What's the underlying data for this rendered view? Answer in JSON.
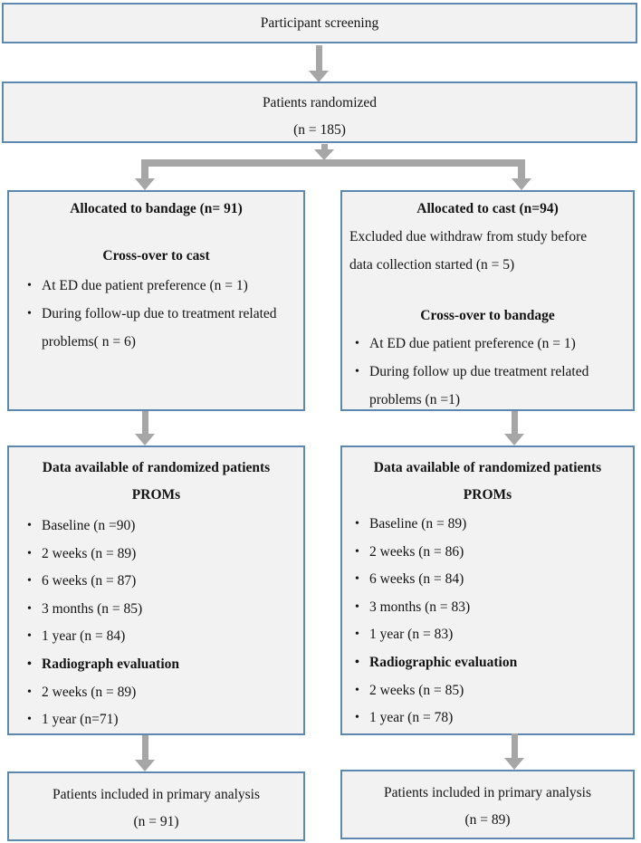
{
  "screening_box": {
    "label": "Participant screening"
  },
  "randomized_box": {
    "line1": "Patients randomized",
    "line2": "(n = 185)"
  },
  "left": {
    "allocation": {
      "title": "Allocated to bandage (n= 91)",
      "crossover_title": "Cross-over to cast",
      "bullets": [
        "At ED due patient preference (n = 1)",
        "During follow-up due to treatment related problems( n = 6)"
      ]
    },
    "data_available": {
      "title": "Data available of randomized patients",
      "subtitle": "PROMs",
      "bullets": [
        "Baseline (n =90)",
        "2 weeks (n = 89)",
        "6 weeks (n = 87)",
        "3 months (n = 85)",
        "1 year (n = 84)",
        "Radiograph evaluation",
        "2 weeks (n = 89)",
        "1 year (n=71)"
      ]
    },
    "primary_analysis": {
      "line1": "Patients included in primary analysis",
      "line2": "(n = 91)"
    }
  },
  "right": {
    "allocation": {
      "title": "Allocated to cast (n=94)",
      "excluded_line1": "Excluded due withdraw from study before",
      "excluded_line2": "data collection started (n = 5)",
      "crossover_title": "Cross-over to bandage",
      "bullets": [
        "At ED due patient preference (n = 1)",
        "During follow up due treatment related problems (n =1)"
      ]
    },
    "data_available": {
      "title": "Data available of randomized patients",
      "subtitle": "PROMs",
      "bullets": [
        "Baseline (n = 89)",
        "2 weeks (n = 86)",
        "6 weeks (n = 84)",
        "3 months (n = 83)",
        "1 year (n = 83)",
        "Radiographic evaluation",
        "2 weeks (n = 85)",
        "1 year (n = 78)"
      ]
    },
    "primary_analysis": {
      "line1": "Patients included in primary analysis",
      "line2": "(n = 89)"
    }
  },
  "colors": {
    "box_fill": "#f2f2f2",
    "box_border": "#5e88ad",
    "arrow": "#a6a6a6",
    "ink": "#141414"
  }
}
